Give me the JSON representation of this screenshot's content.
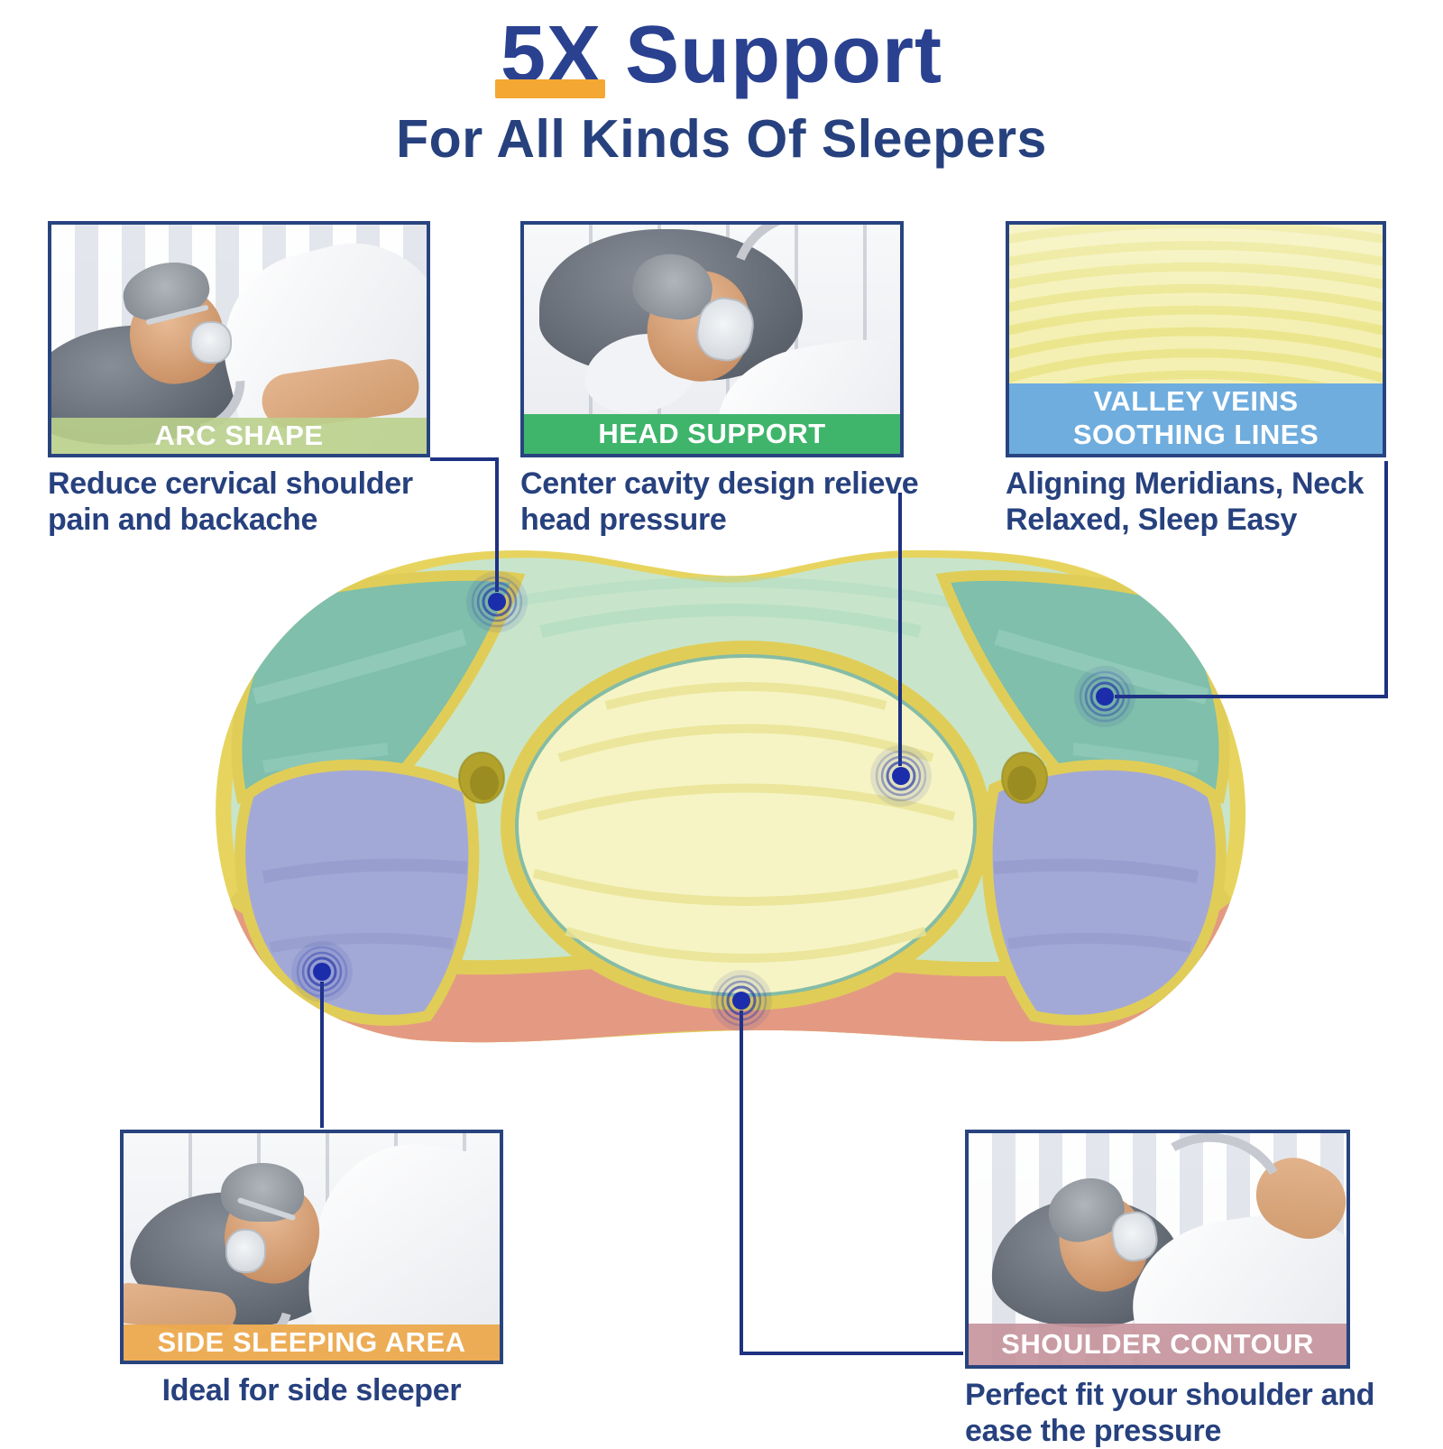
{
  "title": {
    "highlight": "5X",
    "rest": " Support",
    "subtitle": "For All Kinds Of Sleepers"
  },
  "features": [
    {
      "name": "arc-shape",
      "label": "ARC SHAPE",
      "caption_lines": [
        "Reduce cervical shoulder",
        "pain and backache"
      ],
      "banner_color": "#bad08c"
    },
    {
      "name": "head-support",
      "label": "HEAD SUPPORT",
      "caption_lines": [
        "Center cavity design relieve",
        "head pressure"
      ],
      "banner_color": "#3fb56c"
    },
    {
      "name": "valley-veins",
      "label_lines": [
        "VALLEY VEINS",
        "SOOTHING LINES"
      ],
      "caption_lines": [
        "Aligning Meridians, Neck",
        "Relaxed, Sleep Easy"
      ],
      "banner_color": "#6fadde"
    },
    {
      "name": "side-sleeping-area",
      "label": "SIDE SLEEPING AREA",
      "caption_lines": [
        "Ideal for side sleeper"
      ],
      "banner_color": "#eca94d"
    },
    {
      "name": "shoulder-contour",
      "label": "SHOULDER CONTOUR",
      "caption_lines": [
        "Perfect fit your shoulder and",
        "ease the pressure"
      ],
      "banner_color": "#c5929b"
    }
  ],
  "pillow": {
    "zones": [
      {
        "name": "arc-shape-wings",
        "color": "#7fbfab"
      },
      {
        "name": "head-cavity-oval",
        "color": "#f6f4c4"
      },
      {
        "name": "valley-veins-surface",
        "color": "#c8e5cb"
      },
      {
        "name": "side-sleeping-areas",
        "color": "#a3a9d6"
      },
      {
        "name": "shoulder-contour-band",
        "color": "#e49a82"
      },
      {
        "name": "seam-border",
        "color": "#e7d45f"
      }
    ],
    "marker_color": "#1b2dab",
    "connector_color": "#1e3282"
  },
  "colors": {
    "heading_navy": "#2a4190",
    "caption_navy": "#27417e",
    "underline_orange": "#f4a733",
    "card_border_navy": "#28447f"
  }
}
